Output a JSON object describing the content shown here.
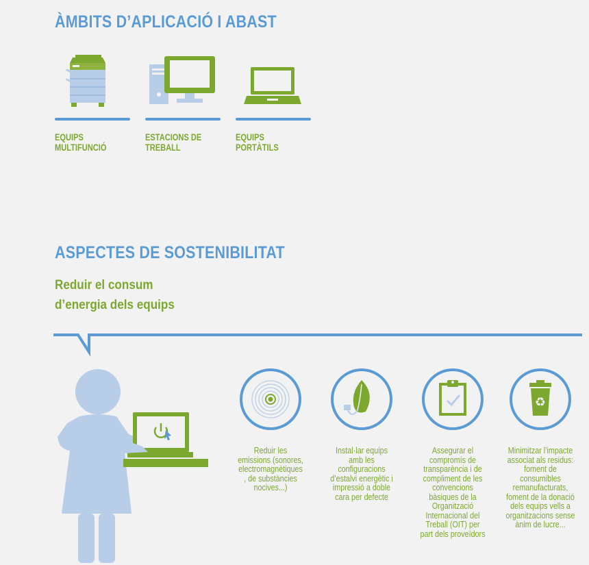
{
  "section1": {
    "title": "ÀMBITS D’APLICACIÓ I ABAST",
    "equips": [
      {
        "line1": "EQUIPS",
        "line2": "MULTIFUNCIÓ",
        "icon": "multifunction-printer-icon"
      },
      {
        "line1": "ESTACIONS DE",
        "line2": "TREBALL",
        "icon": "workstation-icon"
      },
      {
        "line1": "EQUIPS",
        "line2": "PORTÀTILS",
        "icon": "laptop-icon"
      }
    ]
  },
  "section2": {
    "title": "ASPECTES DE SOSTENIBILITAT",
    "subtitle_line1": "Reduir el consum",
    "subtitle_line2": "d’energia dels equips",
    "items": [
      {
        "icon": "emission-waves-icon",
        "lines": [
          "Reduir les",
          "emissions (sonores,",
          "electromagnètiques",
          ", de substàncies",
          "nocives...)"
        ]
      },
      {
        "icon": "leaf-plug-icon",
        "lines": [
          "Instal·lar equips",
          "amb les",
          "configuracions",
          "d’estalvi energètic i",
          "impressió a doble",
          "cara per defecte"
        ]
      },
      {
        "icon": "clipboard-check-icon",
        "lines": [
          "Assegurar el",
          "compromís de",
          "transparència i de",
          "compliment de les",
          "convencions",
          "bàsiques  de la",
          "Organització",
          "Internacional del",
          "Treball (OIT) per",
          "part dels proveïdors"
        ]
      },
      {
        "icon": "recycle-bin-icon",
        "lines": [
          "Minimitzar l’impacte",
          "associat als residus:",
          "foment de",
          "consumibles",
          "remanufacturats,",
          "foment de la donació",
          "dels equips vells a",
          "organitzacions sense",
          "ànim de lucre..."
        ]
      }
    ]
  },
  "colors": {
    "blue": "#5b9bd5",
    "green": "#7ca82f",
    "light_blue": "#b7cde8",
    "background": "#f2f2f2"
  }
}
